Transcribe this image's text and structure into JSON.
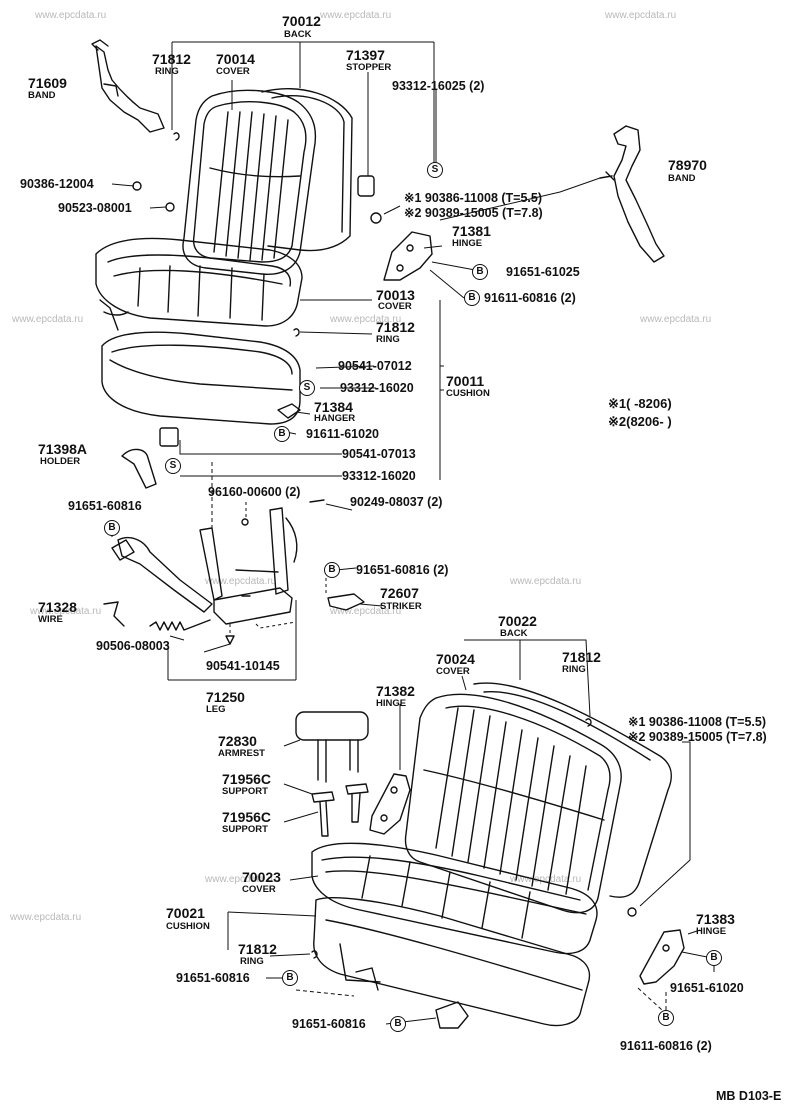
{
  "watermark": "www.epcdata.ru",
  "diagram_code": "MB  D103-E",
  "legend": {
    "line1": "※1(      -8206)",
    "line2": "※2(8206-      )"
  },
  "parts": {
    "p70012": {
      "number": "70012",
      "name": "BACK"
    },
    "p71812a": {
      "number": "71812",
      "name": "RING"
    },
    "p70014": {
      "number": "70014",
      "name": "COVER"
    },
    "p71397": {
      "number": "71397",
      "name": "STOPPER"
    },
    "p71609": {
      "number": "71609",
      "name": "BAND"
    },
    "b93312_16025": {
      "number": "93312-16025 (2)"
    },
    "b90386_12004": {
      "number": "90386-12004"
    },
    "b90523_08001": {
      "number": "90523-08001"
    },
    "b90386_11008a": {
      "number": "※1 90386-11008 (T=5.5)"
    },
    "b90389_15005a": {
      "number": "※2 90389-15005 (T=7.8)"
    },
    "p78970": {
      "number": "78970",
      "name": "BAND"
    },
    "p71381": {
      "number": "71381",
      "name": "HINGE"
    },
    "b91651_61025": {
      "number": "91651-61025"
    },
    "b91611_60816a": {
      "number": "91611-60816 (2)"
    },
    "p70013": {
      "number": "70013",
      "name": "COVER"
    },
    "p71812b": {
      "number": "71812",
      "name": "RING"
    },
    "b90541_07012": {
      "number": "90541-07012"
    },
    "b93312_16020a": {
      "number": "93312-16020"
    },
    "p70011": {
      "number": "70011",
      "name": "CUSHION"
    },
    "p71384": {
      "number": "71384",
      "name": "HANGER"
    },
    "b91611_61020": {
      "number": "91611-61020"
    },
    "p71398A": {
      "number": "71398A",
      "name": "HOLDER"
    },
    "b90541_07013": {
      "number": "90541-07013"
    },
    "b93312_16020b": {
      "number": "93312-16020"
    },
    "b96160_00600": {
      "number": "96160-00600 (2)"
    },
    "b90249_08037": {
      "number": "90249-08037 (2)"
    },
    "b91651_60816a": {
      "number": "91651-60816"
    },
    "b91651_60816b": {
      "number": "91651-60816 (2)"
    },
    "p72607": {
      "number": "72607",
      "name": "STRIKER"
    },
    "p71328": {
      "number": "71328",
      "name": "WIRE"
    },
    "b90506_08003": {
      "number": "90506-08003"
    },
    "b90541_10145": {
      "number": "90541-10145"
    },
    "p71250": {
      "number": "71250",
      "name": "LEG"
    },
    "p70022": {
      "number": "70022",
      "name": "BACK"
    },
    "p70024": {
      "number": "70024",
      "name": "COVER"
    },
    "p71812c": {
      "number": "71812",
      "name": "RING"
    },
    "p71382": {
      "number": "71382",
      "name": "HINGE"
    },
    "b90386_11008b": {
      "number": "※1 90386-11008 (T=5.5)"
    },
    "b90389_15005b": {
      "number": "※2 90389-15005 (T=7.8)"
    },
    "p72830": {
      "number": "72830",
      "name": "ARMREST"
    },
    "p71956Ca": {
      "number": "71956C",
      "name": "SUPPORT"
    },
    "p71956Cb": {
      "number": "71956C",
      "name": "SUPPORT"
    },
    "p70023": {
      "number": "70023",
      "name": "COVER"
    },
    "p70021": {
      "number": "70021",
      "name": "CUSHION"
    },
    "p71812d": {
      "number": "71812",
      "name": "RING"
    },
    "b91651_60816c": {
      "number": "91651-60816"
    },
    "b91651_60816d": {
      "number": "91651-60816"
    },
    "p71383": {
      "number": "71383",
      "name": "HINGE"
    },
    "b91651_61020": {
      "number": "91651-61020"
    },
    "b91611_60816b": {
      "number": "91611-60816 (2)"
    }
  },
  "markers": {
    "s": "S",
    "b": "B"
  }
}
